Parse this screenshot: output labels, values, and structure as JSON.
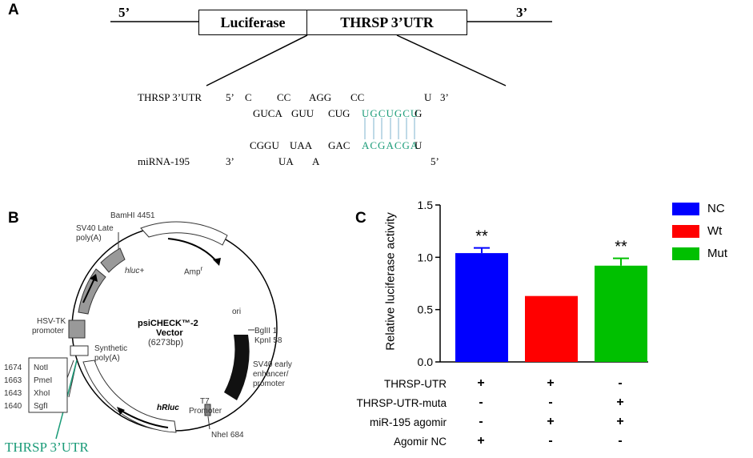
{
  "panelA": {
    "letter": "A",
    "five_prime": "5’",
    "three_prime": "3’",
    "box_luciferase": "Luciferase",
    "box_utr": "THRSP 3’UTR",
    "seq": {
      "thrsp_label": "THRSP 3’UTR",
      "thrsp_5": "5’",
      "top_unpaired": [
        "C",
        "CC",
        "AGG",
        "CC",
        "U"
      ],
      "top_3": "3’",
      "top_paired_black": [
        "GUCA",
        "GUU",
        "CUG"
      ],
      "top_paired_green": "UGCUGCU",
      "top_paired_tail": "G",
      "bottom_paired_black": [
        "CGGU",
        "UAA",
        "GAC"
      ],
      "bottom_paired_green": "ACGACGA",
      "bottom_paired_tail": "U",
      "mirna_label": "miRNA-195",
      "mirna_3": "3’",
      "bottom_unpaired": [
        "UA",
        "A"
      ],
      "mirna_5": "5’"
    }
  },
  "panelB": {
    "letter": "B",
    "vector_name": "psiCHECK™-2",
    "vector_word": "Vector",
    "vector_size": "(6273bp)",
    "labels": {
      "bamhi": "BamHI 4451",
      "sv40_late": "SV40 Late",
      "polya": "poly(A)",
      "amp": "Amp",
      "amp_sup": "r",
      "hluc": "hluc+",
      "ori": "ori",
      "hsvtk": "HSV-TK",
      "promoter": "promoter",
      "bglii": "BglII 1",
      "kpni": "KpnI 58",
      "synthetic": "Synthetic",
      "synthetic_polya": "poly(A)",
      "sv40_early_1": "SV40 early",
      "sv40_early_2": "enhancer/",
      "sv40_early_3": "promoter",
      "t7": "T7",
      "t7_promoter": "Promoter",
      "hrluc": "hRluc",
      "nhei": "NheI 684"
    },
    "sites": [
      {
        "pos": "1674",
        "name": "NotI"
      },
      {
        "pos": "1663",
        "name": "PmeI"
      },
      {
        "pos": "1643",
        "name": "XhoI"
      },
      {
        "pos": "1640",
        "name": "SgfI"
      }
    ],
    "insert_label": "THRSP 3’UTR"
  },
  "panelC": {
    "letter": "C",
    "chart_data": {
      "type": "bar",
      "ylabel": "Relative luciferase activity",
      "ylim": [
        0,
        1.5
      ],
      "yticks": [
        "0.0",
        "0.5",
        "1.0",
        "1.5"
      ],
      "ytick_values": [
        0,
        0.5,
        1.0,
        1.5
      ],
      "categories": [
        "NC",
        "Wt",
        "Mut"
      ],
      "values": [
        1.04,
        0.63,
        0.92
      ],
      "errors": [
        0.05,
        0.0,
        0.07
      ],
      "colors": [
        "#0000ff",
        "#ff0000",
        "#00c000"
      ],
      "annotations": [
        "**",
        "",
        "**"
      ],
      "legend": [
        "NC",
        "Wt",
        "Mut"
      ],
      "legend_placement": "right"
    },
    "conditions": [
      {
        "label": "THRSP-UTR",
        "signs": [
          "+",
          "+",
          "-"
        ]
      },
      {
        "label": "THRSP-UTR-muta",
        "signs": [
          "-",
          "-",
          "+"
        ]
      },
      {
        "label": "miR-195 agomir",
        "signs": [
          "-",
          "+",
          "+"
        ]
      },
      {
        "label": "Agomir NC",
        "signs": [
          "+",
          "-",
          "-"
        ]
      }
    ]
  }
}
